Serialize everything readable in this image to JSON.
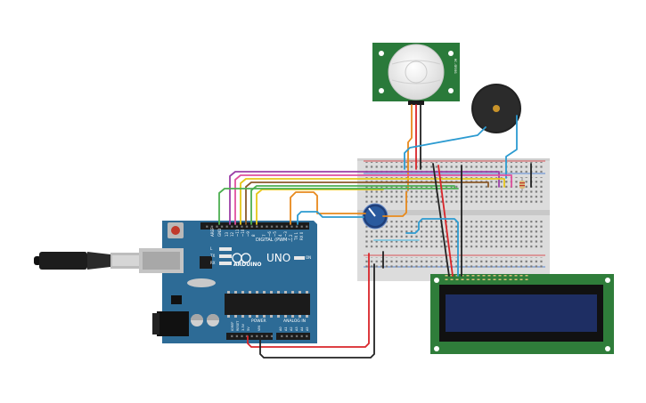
{
  "arduino": {
    "brand": "ARDUINO",
    "model": "UNO",
    "digital_label": "DIGITAL (PWM~)",
    "power_label": "POWER",
    "analog_label": "ANALOG IN",
    "tx_label": "TX",
    "rx_label": "RX",
    "l_label": "L",
    "on_label": "ON",
    "aref_label": "AREF",
    "gnd_label": "GND",
    "pin13": "13",
    "pin12": "12",
    "pin11": "~11",
    "pin10": "~10",
    "pin9": "~9",
    "pin8": "8",
    "pin7": "7",
    "pin6": "~6",
    "pin5": "~5",
    "pin4": "4",
    "pin3": "~3",
    "pin2": "2",
    "pin1": "TX 1",
    "pin0": "RX 0",
    "a0": "A0",
    "a1": "A1",
    "a2": "A2",
    "a3": "A3",
    "a4": "A4",
    "a5": "A5",
    "ioref": "IOREF",
    "reset": "RESET",
    "v33": "3.3V",
    "v5": "5V",
    "vin": "VIN"
  },
  "pir": {
    "model": "HC-SR501"
  },
  "colors": {
    "arduino_board": "#2d6b96",
    "breadboard": "#dcdcdc",
    "lcd_board": "#2f7d3a",
    "lcd_screen": "#1e2e63",
    "pir_board": "#2a7a3a",
    "buzzer": "#222222",
    "wire_red": "#d9252a",
    "wire_black": "#222222",
    "wire_orange": "#e8891c",
    "wire_blue": "#2c9bd1",
    "wire_green": "#4caf50",
    "wire_yellow": "#e6c619",
    "wire_purple": "#9c3fa8",
    "wire_brown": "#8b5a2b",
    "wire_pink": "#e0509e"
  }
}
